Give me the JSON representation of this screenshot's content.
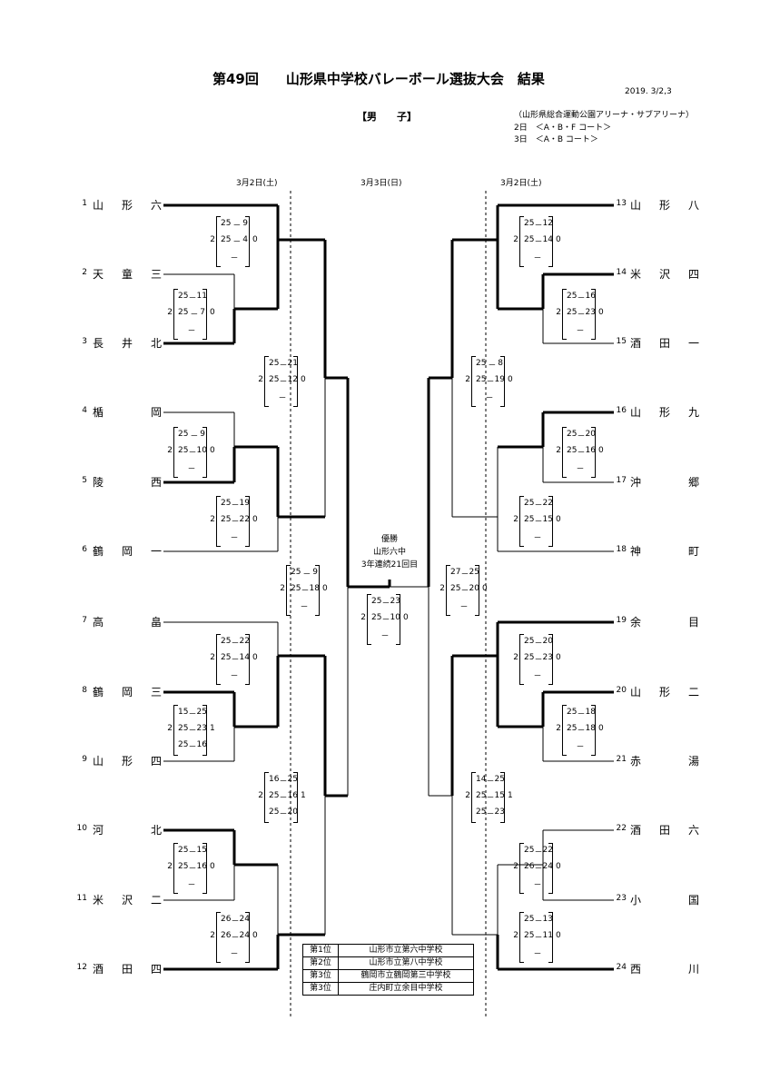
{
  "title": "第49回　　山形県中学校バレーボール選抜大会　結果",
  "date": "2019. 3/2,3",
  "category": "【男　　子】",
  "venue": {
    "name": "（山形県総合運動公園アリーナ・サブアリーナ）",
    "day2": "2日　＜A・B・F コート＞",
    "day3": "3日　＜A・B コート＞"
  },
  "day_labels": {
    "left": "3月2日(土)",
    "center": "3月3日(日)",
    "right": "3月2日(土)"
  },
  "teams_left": [
    {
      "no": "1",
      "c": [
        "山",
        "形",
        "六"
      ]
    },
    {
      "no": "2",
      "c": [
        "天",
        "童",
        "三"
      ]
    },
    {
      "no": "3",
      "c": [
        "長",
        "井",
        "北"
      ]
    },
    {
      "no": "4",
      "c": [
        "楯",
        "",
        "岡"
      ]
    },
    {
      "no": "5",
      "c": [
        "陵",
        "",
        "西"
      ]
    },
    {
      "no": "6",
      "c": [
        "鶴",
        "岡",
        "一"
      ]
    },
    {
      "no": "7",
      "c": [
        "高",
        "",
        "畠"
      ]
    },
    {
      "no": "8",
      "c": [
        "鶴",
        "岡",
        "三"
      ]
    },
    {
      "no": "9",
      "c": [
        "山",
        "形",
        "四"
      ]
    },
    {
      "no": "10",
      "c": [
        "河",
        "",
        "北"
      ]
    },
    {
      "no": "11",
      "c": [
        "米",
        "沢",
        "二"
      ]
    },
    {
      "no": "12",
      "c": [
        "酒",
        "田",
        "四"
      ]
    }
  ],
  "teams_right": [
    {
      "no": "13",
      "c": [
        "山",
        "形",
        "八"
      ]
    },
    {
      "no": "14",
      "c": [
        "米",
        "沢",
        "四"
      ]
    },
    {
      "no": "15",
      "c": [
        "酒",
        "田",
        "一"
      ]
    },
    {
      "no": "16",
      "c": [
        "山",
        "形",
        "九"
      ]
    },
    {
      "no": "17",
      "c": [
        "沖",
        "",
        "郷"
      ]
    },
    {
      "no": "18",
      "c": [
        "神",
        "",
        "町"
      ]
    },
    {
      "no": "19",
      "c": [
        "余",
        "",
        "目"
      ]
    },
    {
      "no": "20",
      "c": [
        "山",
        "形",
        "二"
      ]
    },
    {
      "no": "21",
      "c": [
        "赤",
        "",
        "湯"
      ]
    },
    {
      "no": "22",
      "c": [
        "酒",
        "田",
        "六"
      ]
    },
    {
      "no": "23",
      "c": [
        "小",
        "",
        "国"
      ]
    },
    {
      "no": "24",
      "c": [
        "西",
        "",
        "川"
      ]
    }
  ],
  "scores": [
    {
      "l": "2",
      "r": "0",
      "sets": [
        [
          "25",
          "9"
        ],
        [
          "25",
          "4"
        ],
        [
          "",
          ""
        ]
      ]
    },
    {
      "l": "2",
      "r": "0",
      "sets": [
        [
          "25",
          "11"
        ],
        [
          "25",
          "7"
        ],
        [
          "",
          ""
        ]
      ]
    },
    {
      "l": "2",
      "r": "0",
      "sets": [
        [
          "25",
          "21"
        ],
        [
          "25",
          "12"
        ],
        [
          "",
          ""
        ]
      ]
    },
    {
      "l": "2",
      "r": "0",
      "sets": [
        [
          "25",
          "9"
        ],
        [
          "25",
          "10"
        ],
        [
          "",
          ""
        ]
      ]
    },
    {
      "l": "2",
      "r": "0",
      "sets": [
        [
          "25",
          "19"
        ],
        [
          "25",
          "22"
        ],
        [
          "",
          ""
        ]
      ]
    },
    {
      "l": "2",
      "r": "0",
      "sets": [
        [
          "25",
          "9"
        ],
        [
          "25",
          "18"
        ],
        [
          "",
          ""
        ]
      ]
    },
    {
      "l": "2",
      "r": "0",
      "sets": [
        [
          "25",
          "22"
        ],
        [
          "25",
          "14"
        ],
        [
          "",
          ""
        ]
      ]
    },
    {
      "l": "2",
      "r": "1",
      "sets": [
        [
          "15",
          "25"
        ],
        [
          "25",
          "23"
        ],
        [
          "25",
          "16"
        ]
      ]
    },
    {
      "l": "2",
      "r": "1",
      "sets": [
        [
          "16",
          "25"
        ],
        [
          "25",
          "16"
        ],
        [
          "25",
          "20"
        ]
      ]
    },
    {
      "l": "2",
      "r": "0",
      "sets": [
        [
          "25",
          "15"
        ],
        [
          "25",
          "16"
        ],
        [
          "",
          ""
        ]
      ]
    },
    {
      "l": "2",
      "r": "0",
      "sets": [
        [
          "26",
          "24"
        ],
        [
          "26",
          "24"
        ],
        [
          "",
          ""
        ]
      ]
    },
    {
      "l": "2",
      "r": "0",
      "sets": [
        [
          "25",
          "23"
        ],
        [
          "25",
          "10"
        ],
        [
          "",
          ""
        ]
      ]
    },
    {
      "l": "2",
      "r": "0",
      "sets": [
        [
          "25",
          "12"
        ],
        [
          "25",
          "14"
        ],
        [
          "",
          ""
        ]
      ]
    },
    {
      "l": "2",
      "r": "0",
      "sets": [
        [
          "25",
          "16"
        ],
        [
          "25",
          "23"
        ],
        [
          "",
          ""
        ]
      ]
    },
    {
      "l": "2",
      "r": "0",
      "sets": [
        [
          "25",
          "8"
        ],
        [
          "25",
          "19"
        ],
        [
          "",
          ""
        ]
      ]
    },
    {
      "l": "2",
      "r": "0",
      "sets": [
        [
          "25",
          "20"
        ],
        [
          "25",
          "16"
        ],
        [
          "",
          ""
        ]
      ]
    },
    {
      "l": "2",
      "r": "0",
      "sets": [
        [
          "25",
          "22"
        ],
        [
          "25",
          "15"
        ],
        [
          "",
          ""
        ]
      ]
    },
    {
      "l": "2",
      "r": "0",
      "sets": [
        [
          "27",
          "25"
        ],
        [
          "25",
          "20"
        ],
        [
          "",
          ""
        ]
      ]
    },
    {
      "l": "2",
      "r": "0",
      "sets": [
        [
          "25",
          "20"
        ],
        [
          "25",
          "23"
        ],
        [
          "",
          ""
        ]
      ]
    },
    {
      "l": "2",
      "r": "0",
      "sets": [
        [
          "25",
          "18"
        ],
        [
          "25",
          "18"
        ],
        [
          "",
          ""
        ]
      ]
    },
    {
      "l": "2",
      "r": "1",
      "sets": [
        [
          "14",
          "25"
        ],
        [
          "25",
          "15"
        ],
        [
          "25",
          "23"
        ]
      ]
    },
    {
      "l": "2",
      "r": "0",
      "sets": [
        [
          "25",
          "22"
        ],
        [
          "26",
          "24"
        ],
        [
          "",
          ""
        ]
      ]
    },
    {
      "l": "2",
      "r": "0",
      "sets": [
        [
          "25",
          "13"
        ],
        [
          "25",
          "11"
        ],
        [
          "",
          ""
        ]
      ]
    }
  ],
  "champion": {
    "label": "優勝",
    "team": "山形六中",
    "note": "3年連続21回目"
  },
  "ranking": [
    {
      "place": "第1位",
      "school": "山形市立第六中学校"
    },
    {
      "place": "第2位",
      "school": "山形市立第八中学校"
    },
    {
      "place": "第3位",
      "school": "鶴岡市立鶴岡第三中学校"
    },
    {
      "place": "第3位",
      "school": "庄内町立余目中学校"
    }
  ]
}
